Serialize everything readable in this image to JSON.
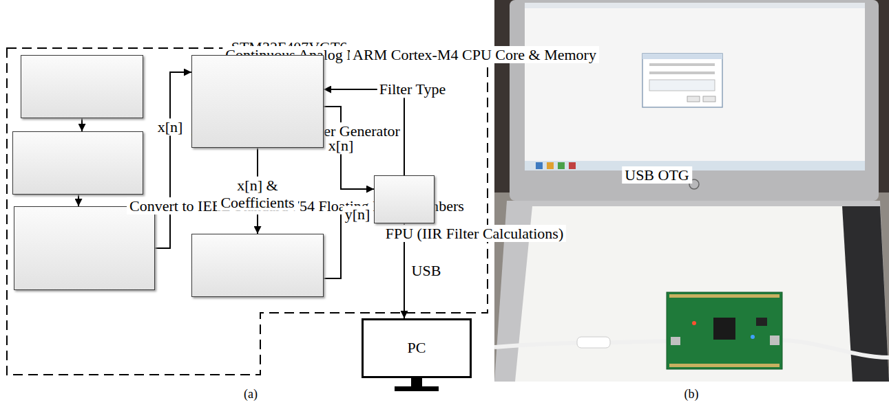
{
  "diagram": {
    "nodes": [
      {
        "text": [
          "STM32F407VGT6"
        ]
      },
      {
        "text": [
          "Continuous Analog Noise"
        ],
        "in": 0
      },
      {
        "text": [
          "32-bit Random Number Generator"
        ],
        "in": 0
      },
      {
        "text": [
          "Convert to IEEE Standard 754 Floating Point Numbers"
        ],
        "in": 0
      },
      {
        "text": [
          "ARM Cortex-M4 CPU Core & Memory"
        ],
        "in": 0
      },
      {
        "text": [
          "FPU (IIR Filter Calculations)"
        ],
        "in": 0
      },
      {
        "text": [
          "USB OTG"
        ],
        "in": 0
      },
      {
        "text": [
          "PC"
        ]
      }
    ],
    "edges": [
      {
        "from": 1,
        "to": 2,
        "arrow": "to"
      },
      {
        "from": 2,
        "to": 3,
        "arrow": "to"
      },
      {
        "from": 3,
        "to": 4,
        "label": "x[n]",
        "arrow": "to"
      },
      {
        "from": 4,
        "to": 6,
        "label": "x[n]",
        "arrow": "to"
      },
      {
        "from": 4,
        "to": 5,
        "label": "x[n] & Coefficients",
        "arrow": "to"
      },
      {
        "from": 5,
        "to": 6,
        "label": "y[n]",
        "arrow": "to"
      },
      {
        "from": 6,
        "to": 4,
        "label": "Filter Type",
        "arrow": "to"
      },
      {
        "from": 6,
        "to": 7,
        "label": "USB",
        "arrow": "both"
      }
    ],
    "labels": [
      "(a)",
      "(b)"
    ]
  }
}
